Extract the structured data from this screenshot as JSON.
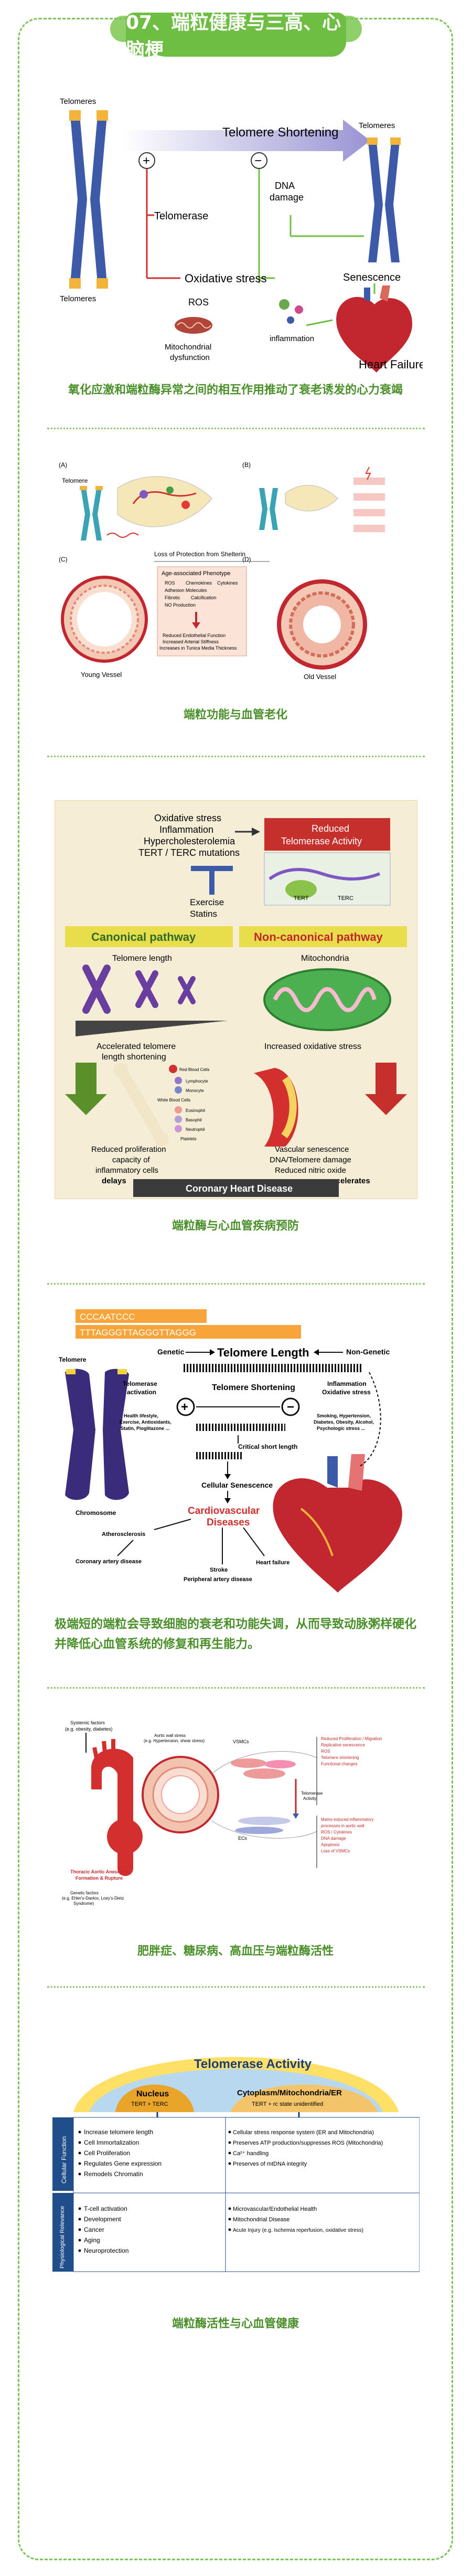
{
  "header": {
    "title": "07、端粒健康与三高、心脑梗"
  },
  "fig1": {
    "telomeres_top": "Telomeres",
    "telomeres_bottom": "Telomeres",
    "telomeres_right": "Telomeres",
    "telomere_shortening": "Telomere Shortening",
    "plus": "+",
    "minus": "−",
    "dna_damage_1": "DNA",
    "dna_damage_2": "damage",
    "telomerase": "Telomerase",
    "oxidative_stress": "Oxidative stress",
    "ros": "ROS",
    "mito_1": "Mitochondrial",
    "mito_2": "dysfunction",
    "inflammation": "inflammation",
    "senescence": "Senescence",
    "heart_failure": "Heart Failure",
    "caption": "氧化应激和端粒酶异常之间的相互作用推动了衰老诱发的心力衰竭"
  },
  "fig2": {
    "label_a": "(A)",
    "label_b": "(B)",
    "label_c": "(C)",
    "label_d": "(D)",
    "telomere": "Telomere",
    "loss_title": "Loss of Protection from Shelterin",
    "box_title": "Age-associated Phenotype",
    "box_lines": [
      "ROS",
      "Chemokines",
      "Cytokines",
      "Adhesion Molecules",
      "Fibrotic",
      "Calcification",
      "NO Production"
    ],
    "box_lines2": [
      "Reduced Endothelial Function",
      "Increased Arterial Stiffness",
      "Increases in Tunica Media Thickness"
    ],
    "young": "Young Vessel",
    "old": "Old Vessel",
    "caption": "端粒功能与血管老化"
  },
  "fig3": {
    "stress_lines": [
      "Oxidative stress",
      "Inflammation",
      "Hypercholesterolemia",
      "TERT / TERC mutations"
    ],
    "exercise": "Exercise",
    "statins": "Statins",
    "reduced_1": "Reduced",
    "reduced_2": "Telomerase Activity",
    "tert": "TERT",
    "terc": "TERC",
    "canonical": "Canonical pathway",
    "noncanonical": "Non-canonical pathway",
    "telomere_length": "Telomere length",
    "mitochondria": "Mitochondria",
    "accel_1": "Accelerated telomere",
    "accel_2": "length shortening",
    "incr_ox": "Increased oxidative stress",
    "cells": [
      "Red Blood Cells",
      "Lymphocyte",
      "Monocyte",
      "White Blood Cells",
      "Eosinophil",
      "Basophil",
      "Neutrophil",
      "Platelets"
    ],
    "reduced_prolif": [
      "Reduced proliferation",
      "capacity of",
      "inflammatory cells"
    ],
    "vascular": [
      "Vascular senescence",
      "DNA/Telomere damage",
      "Reduced nitric oxide"
    ],
    "delays": "delays",
    "accelerates": "accelerates",
    "chd": "Coronary Heart Disease",
    "caption": "端粒酶与心血管疾病预防"
  },
  "fig4": {
    "seq1": "CCCAATCCC",
    "seq2": "TTTAGGGTTAGGGTTAGGG",
    "telomere": "Telomere",
    "genetic": "Genetic",
    "nongenetic": "Non-Genetic",
    "telomere_length": "Telomere  Length",
    "telomerase_act_1": "Telomerase",
    "telomerase_act_2": "activation",
    "telomere_shortening": "Telomere Shortening",
    "inflam_1": "Inflammation",
    "inflam_2": "Oxidative stress",
    "left_factors": [
      "Health lifestyle,",
      "Exercise, Antioxidants,",
      "Statin, Pioglitazone ..."
    ],
    "right_factors": [
      "Smoking, Hypertension,",
      "Diabetes, Obesity, Alcohol,",
      "Psychologic stress ..."
    ],
    "critical": "Critical short length",
    "chromosome": "Chromosome",
    "cellular": "Cellular Senescence",
    "cvd_1": "Cardiovascular",
    "cvd_2": "Diseases",
    "athero": "Atherosclerosis",
    "coronary": "Coronary artery disease",
    "stroke": "Stroke",
    "peripheral": "Peripheral artery disease",
    "heart_failure": "Heart failure",
    "caption": "极端短的端粒会导致细胞的衰老和功能失调，从而导致动脉粥样硬化并降低心血管系统的修复和再生能力。"
  },
  "fig5": {
    "systemic_1": "Systemic factors",
    "systemic_2": "(e.g. obesity, diabetes)",
    "aortic_wall": [
      "Aortic wall stress",
      "(e.g. Hypertension, shear stress)"
    ],
    "vsmc": "VSMCs",
    "telomerase_act": [
      "Telomerase",
      "Activity"
    ],
    "ecs": "ECs",
    "right_top": [
      "Reduced Proliferation / Migration",
      "Replicative senescence",
      "ROS",
      "Telomere shortening",
      "Functional changes"
    ],
    "right_bottom": [
      "Matrix-induced inflammatory",
      "processes in aortic wall",
      "ROS / Cytokines",
      "DNA damage",
      "Apoptosis",
      "Loss of VSMCs"
    ],
    "thoracic_1": "Thoracic Aortic Aneurysm",
    "thoracic_2": "Formation & Rupture",
    "genetic": [
      "Genetic factors",
      "(e.g. Ehler's-Danlos, Loey's-Dietz",
      "Syndrome)"
    ],
    "caption": "肥胖症、糖尿病、高血压与端粒酶活性"
  },
  "fig6": {
    "title": "Telomerase Activity",
    "nucleus": "Nucleus",
    "nucleus_sub": "TERT + TERC",
    "cyto": "Cytoplasm/Mitochondria/ER",
    "cyto_sub": "TERT + rc state unidentified",
    "side_cell": "Cellular Function",
    "side_phys": "Physiological Relevance",
    "left_cell": [
      "Increase telomere length",
      "Cell Immortalization",
      "Cell Proliferation",
      "Regulates Gene expression",
      "Remodels Chromatin"
    ],
    "right_cell": [
      "Cellular stress response system (ER and Mitochondria)",
      "Preserves ATP production/suppresses ROS (Mitochondria)",
      "Ca²⁺ handling",
      "Preserves of mtDNA integrity"
    ],
    "left_phys": [
      "T-cell activation",
      "Development",
      "Cancer",
      "Aging",
      "Neuroprotection"
    ],
    "right_phys": [
      "Microvascular/Endothelial Health",
      "Mitochondrial Disease",
      "Acute Injury (e.g. Ischemia reperfusion, oxidative stress)"
    ],
    "caption": "端粒酶活性与心血管健康"
  }
}
